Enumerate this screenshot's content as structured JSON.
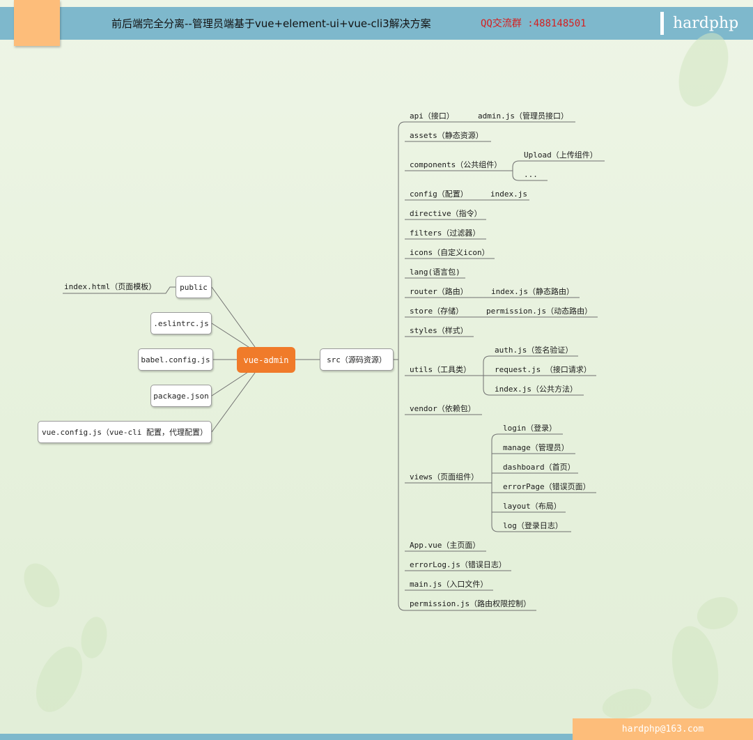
{
  "header": {
    "title": "前后端完全分离--管理员端基于vue+element-ui+vue-cli3解决方案",
    "qq": "QQ交流群 :488148501",
    "brand": "hardphp"
  },
  "footer": {
    "email": "hardphp@163.com"
  },
  "colors": {
    "bar": "#7eb8cc",
    "accent": "#fdbd7a",
    "root": "#f07b2a",
    "qq": "#d42020"
  },
  "root": {
    "label": "vue-admin"
  },
  "left": {
    "public": "public",
    "index_html": "index.html（页面模板）",
    "eslintrc": ".eslintrc.js",
    "babel": "babel.config.js",
    "package": "package.json",
    "vueconfig": "vue.config.js（vue-cli 配置，代理配置）"
  },
  "src": {
    "label": "src（源码资源）"
  },
  "items": {
    "api": "api（接口）",
    "api_admin": "admin.js（管理员接口）",
    "assets": "assets（静态资源）",
    "components": "components（公共组件）",
    "components_upload": "Upload（上传组件）",
    "components_more": "...",
    "config": "config（配置）",
    "config_index": "index.js",
    "directive": "directive（指令）",
    "filters": "filters（过滤器）",
    "icons": "icons（自定义icon）",
    "lang": "lang(语言包)",
    "router": "router（路由）",
    "router_index": "index.js（静态路由）",
    "store": "store（存储）",
    "store_permission": "permission.js（动态路由）",
    "styles": "styles（样式）",
    "utils": "utils（工具类）",
    "utils_auth": "auth.js（签名验证）",
    "utils_request": "request.js （接口请求）",
    "utils_index": "index.js（公共方法）",
    "vendor": "vendor（依赖包）",
    "views": "views（页面组件）",
    "views_login": "login（登录）",
    "views_manage": "manage（管理员）",
    "views_dashboard": "dashboard（首页）",
    "views_errorpage": "errorPage（错误页面）",
    "views_layout": "layout（布局）",
    "views_log": "log（登录日志）",
    "app_vue": "App.vue（主页面）",
    "errorlog": "errorLog.js（错误日志）",
    "main_js": "main.js（入口文件）",
    "permission_js": "permission.js（路由权限控制）"
  }
}
